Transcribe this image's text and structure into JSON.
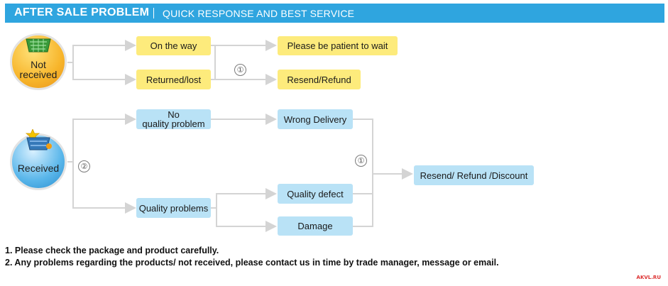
{
  "header": {
    "title": "AFTER SALE PROBLEM",
    "subtitle": "QUICK RESPONSE AND BEST SERVICE"
  },
  "status": {
    "not_received": "Not\nreceived",
    "received": "Received"
  },
  "icons": {
    "basket_icon": "basket-icon",
    "star_basket_icon": "star-basket-icon"
  },
  "boxes": {
    "on_the_way": "On the way",
    "returned_lost": "Returned/lost",
    "please_wait": "Please be patient to wait",
    "resend_refund": "Resend/Refund",
    "no_quality_problem": "No\nquality problem",
    "quality_problems": "Quality problems",
    "wrong_delivery": "Wrong Delivery",
    "quality_defect": "Quality defect",
    "damage": "Damage",
    "resend_refund_discount": "Resend/ Refund /Discount"
  },
  "badges": {
    "b1_top": "①",
    "b2": "②",
    "b1_bottom": "①"
  },
  "notes": [
    "1. Please check the package and product carefully.",
    "2. Any problems regarding the products/ not received, please contact us in time by trade manager, message or email."
  ],
  "watermark": "AKVL.RU",
  "colors": {
    "header": "#2fa5df",
    "yellow_box": "#fdeb7c",
    "blue_box": "#b9e2f6",
    "connector": "#d4d4d4"
  }
}
